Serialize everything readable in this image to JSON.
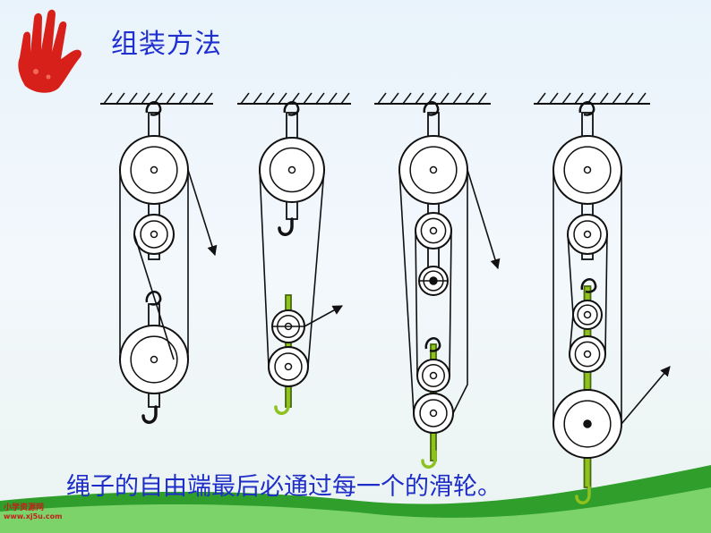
{
  "title": "组装方法",
  "caption": "绳子的自由端最后必通过每一个的滑轮。",
  "watermark": {
    "name": "小学资源网",
    "url": "www.xj5u.com"
  },
  "colors": {
    "title_text": "#1f2fd0",
    "line": "#111111",
    "pulley_fill": "#ffffff",
    "highlight": "#8dc21f",
    "hand": "#d8201a",
    "grass_dark": "#2f9e2a",
    "grass_light": "#7cd36a"
  },
  "icons": [
    "hand-icon",
    "grass-decoration"
  ],
  "diagrams": [
    {
      "name": "pulley-system-1",
      "fixed_pulleys": 2,
      "movable_pulleys": 1,
      "movable_frame_highlighted": false
    },
    {
      "name": "pulley-system-2",
      "fixed_pulleys": 1,
      "movable_pulleys": 2,
      "movable_frame_highlighted": true
    },
    {
      "name": "pulley-system-3",
      "fixed_pulleys": 3,
      "movable_pulleys": 2,
      "movable_frame_highlighted": true
    },
    {
      "name": "pulley-system-4",
      "fixed_pulleys": 2,
      "movable_pulleys": 3,
      "movable_frame_highlighted": true
    }
  ]
}
